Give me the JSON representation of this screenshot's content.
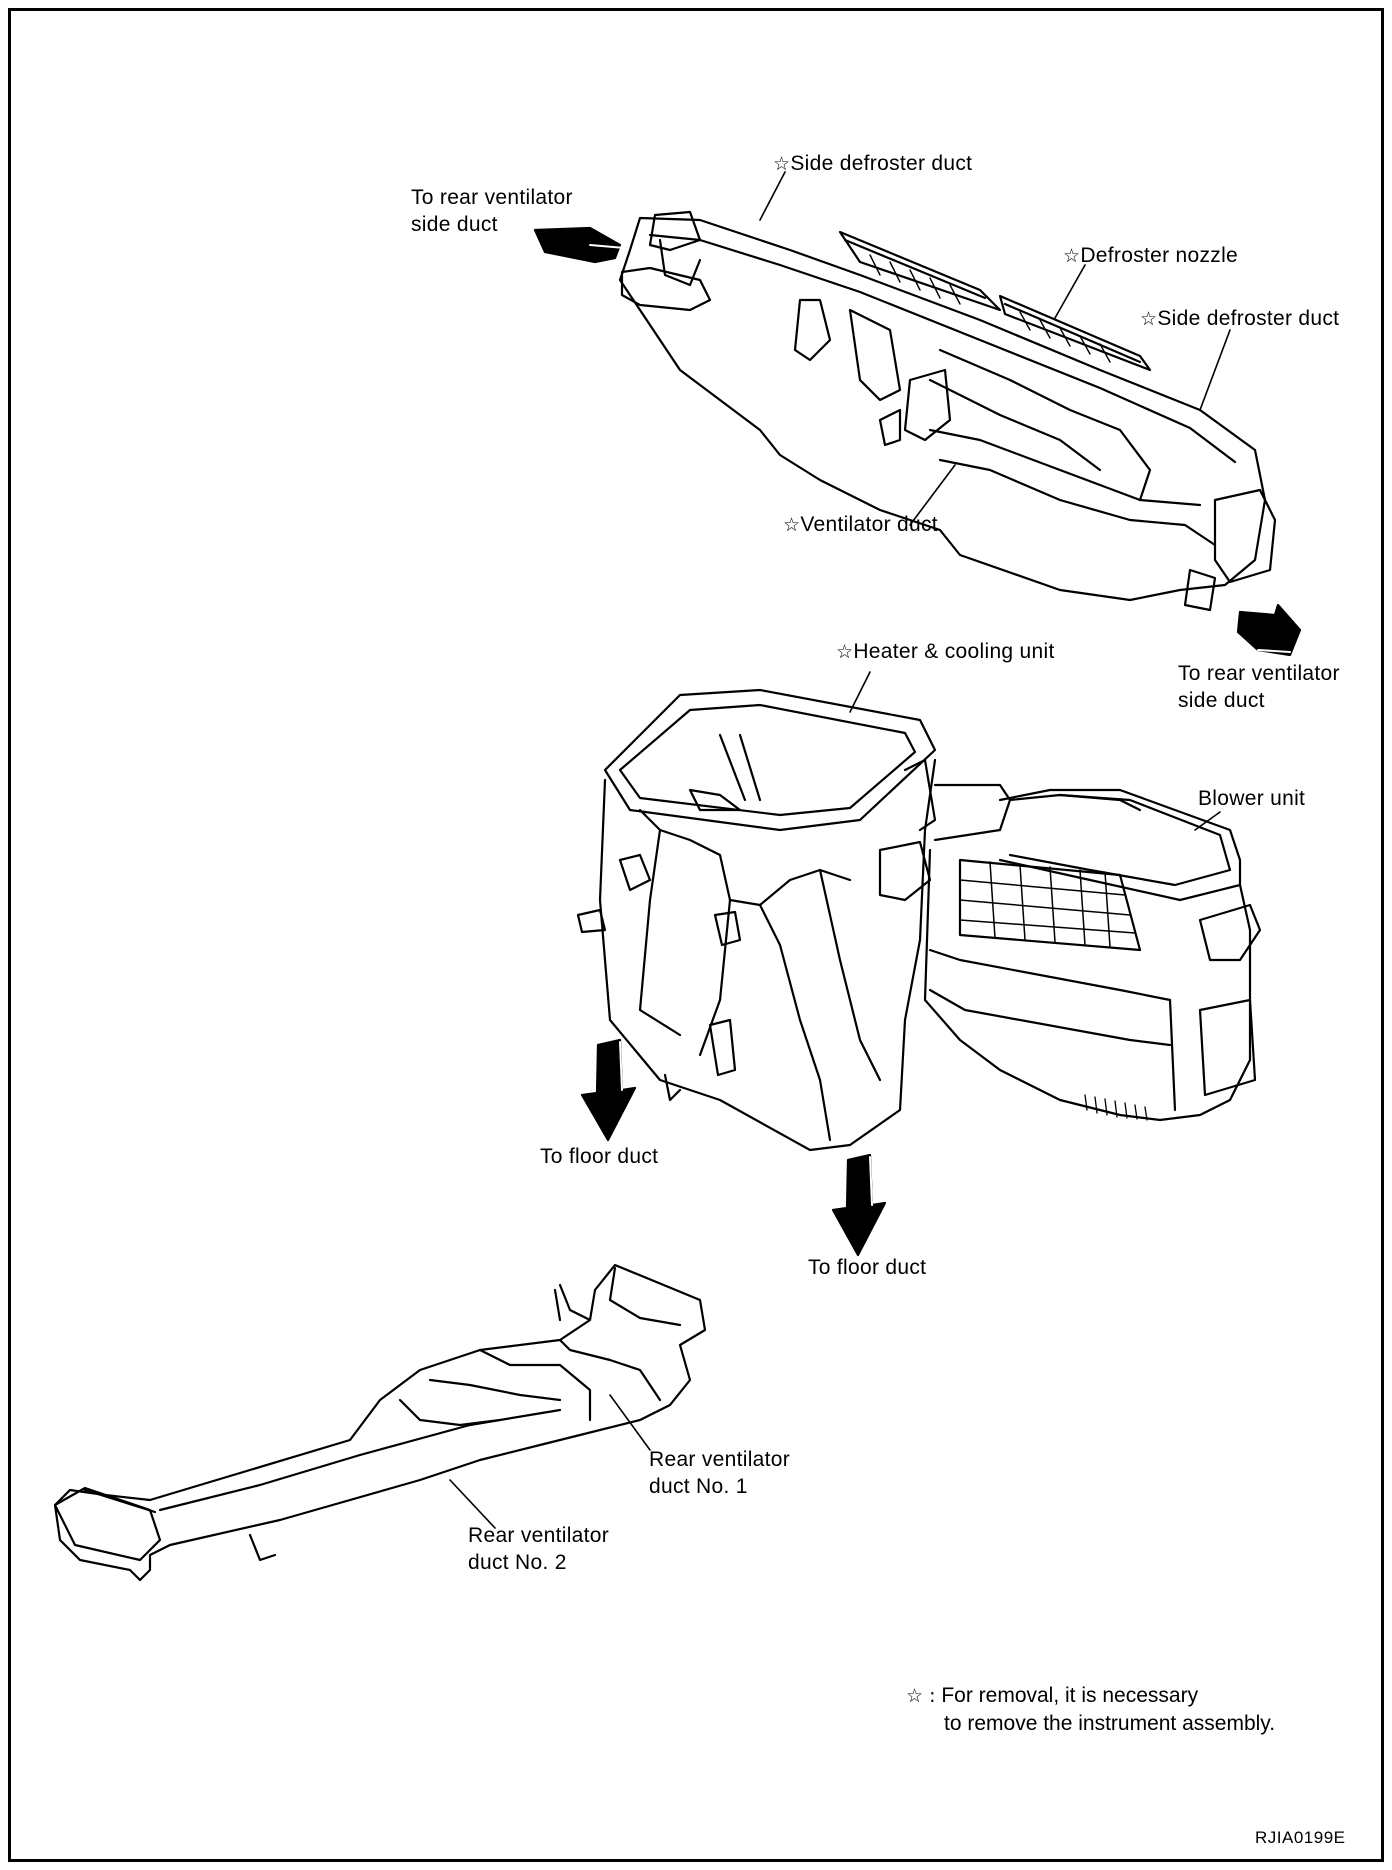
{
  "labels": {
    "side_defroster_duct_left": "Side defroster duct",
    "rear_vent_side_duct_left_line1": "To rear ventilator",
    "rear_vent_side_duct_left_line2": "side duct",
    "defroster_nozzle": "Defroster nozzle",
    "side_defroster_duct_right": "Side defroster duct",
    "ventilator_duct": "Ventilator duct",
    "heater_cooling_unit": "Heater & cooling unit",
    "rear_vent_side_duct_right_line1": "To rear ventilator",
    "rear_vent_side_duct_right_line2": "side duct",
    "blower_unit": "Blower unit",
    "floor_duct_left": "To floor duct",
    "floor_duct_right": "To floor duct",
    "rear_vent_duct_1_line1": "Rear ventilator",
    "rear_vent_duct_1_line2": "duct No. 1",
    "rear_vent_duct_2_line1": "Rear ventilator",
    "rear_vent_duct_2_line2": "duct No. 2"
  },
  "star_symbol": "☆",
  "note": {
    "marker": "☆ :",
    "line1": "For removal, it is necessary",
    "line2": "to remove the instrument assembly."
  },
  "figure_code": "RJIA0199E"
}
